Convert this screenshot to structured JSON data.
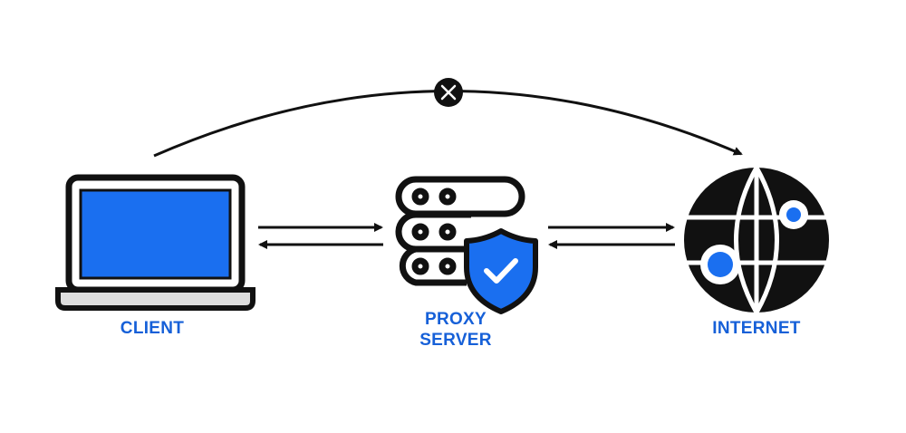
{
  "nodes": {
    "client": {
      "label": "CLIENT"
    },
    "proxy": {
      "label_line1": "PROXY",
      "label_line2": "SERVER"
    },
    "internet": {
      "label": "INTERNET"
    }
  },
  "connections": [
    {
      "from": "client",
      "to": "proxy",
      "direction": "bidirectional"
    },
    {
      "from": "proxy",
      "to": "internet",
      "direction": "bidirectional"
    },
    {
      "from": "client",
      "to": "internet",
      "direction": "one-way",
      "status": "blocked"
    }
  ],
  "colors": {
    "accent": "#1a6ff0",
    "label": "#1660d8",
    "stroke": "#111111"
  }
}
